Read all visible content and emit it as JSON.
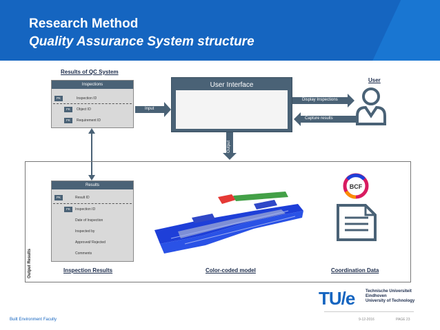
{
  "header": {
    "title": "Research Method",
    "subtitle": "Quality Assurance System structure"
  },
  "results_qc_label": "Results of QC System",
  "inspections_table": {
    "title": "Inspections",
    "rows": [
      {
        "key": "PK",
        "name": "Inspection ID"
      },
      {
        "key": "FK",
        "name": "Object ID"
      },
      {
        "key": "FK",
        "name": "Requirement ID"
      }
    ]
  },
  "user_interface": {
    "title": "User Interface"
  },
  "user": {
    "label": "User"
  },
  "arrows": {
    "input": "Input",
    "display": "Display Inspections",
    "capture": "Capture results",
    "output": "Output"
  },
  "results_table": {
    "title": "Results",
    "rows": [
      {
        "key": "PK",
        "name": "Result ID"
      },
      {
        "key": "FK",
        "name": "Inspection ID"
      },
      {
        "key": "",
        "name": "Date of Inspection"
      },
      {
        "key": "",
        "name": "Inspected by"
      },
      {
        "key": "",
        "name": "Approved/ Rejected"
      },
      {
        "key": "",
        "name": "Comments"
      }
    ]
  },
  "output_results_label": "Output Results",
  "sections": {
    "inspection_results": "Inspection Results",
    "color_model": "Color-coded model",
    "coordination": "Coordination Data"
  },
  "bcf_label": "BCF",
  "logo": {
    "mark": "TU/e",
    "line1": "Technische Universiteit",
    "line2": "Eindhoven",
    "line3": "University of Technology"
  },
  "footer": {
    "faculty": "Built Environment Faculty",
    "date": "9-12-2016",
    "page": "PAGE 23"
  },
  "colors": {
    "banner": "#1565c0",
    "box": "#4a6276",
    "model_blue": "#1e3fd8",
    "model_red": "#e53935",
    "model_green": "#43a047"
  }
}
